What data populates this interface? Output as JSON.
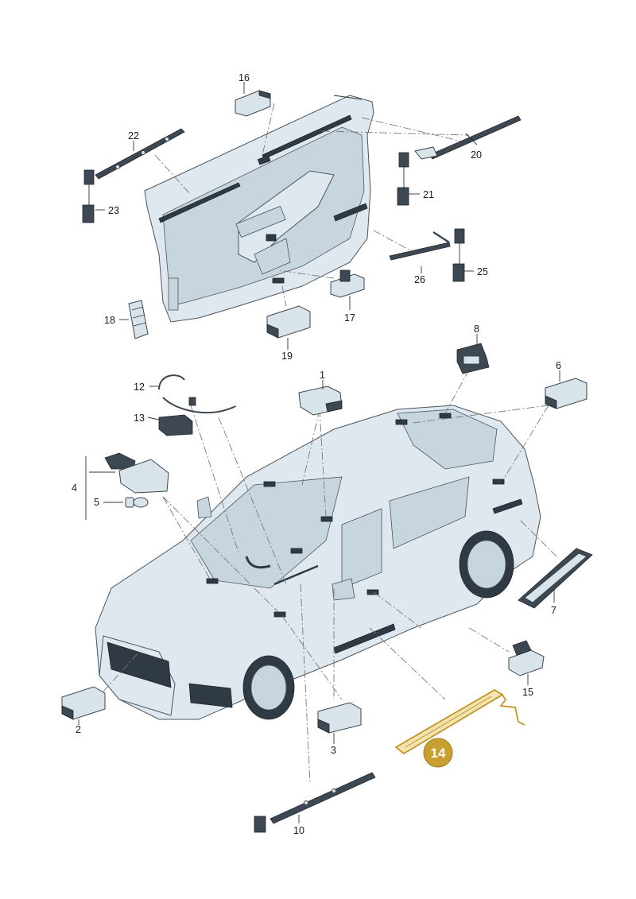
{
  "labels": {
    "p1": "1",
    "p2": "2",
    "p3": "3",
    "p4": "4",
    "p5": "5",
    "p6": "6",
    "p7": "7",
    "p8": "8",
    "p10": "10",
    "p12": "12",
    "p13": "13",
    "p15": "15",
    "p16": "16",
    "p17": "17",
    "p18": "18",
    "p19": "19",
    "p20": "20",
    "p21": "21",
    "p22": "22",
    "p23": "23",
    "p25": "25",
    "p26": "26"
  },
  "highlight": {
    "label": "14",
    "color": "#c8a02f"
  },
  "colors": {
    "body": "#dfe8ee",
    "line": "#4a5560",
    "accent": "#c8a02f"
  }
}
